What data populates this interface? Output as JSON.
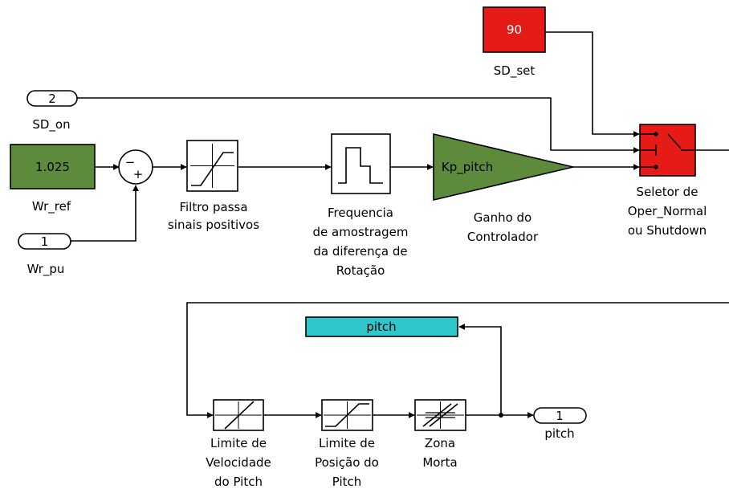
{
  "colors": {
    "red": "#e41b17",
    "green": "#5e8a3c",
    "cyan": "#2ec8cc"
  },
  "blocks": {
    "sd_set": {
      "value": "90",
      "name": "SD_set"
    },
    "sd_on": {
      "value": "2",
      "name": "SD_on"
    },
    "wr_ref": {
      "value": "1.025",
      "name": "Wr_ref"
    },
    "wr_pu": {
      "value": "1",
      "name": "Wr_pu"
    },
    "sum": {
      "minus": "−",
      "plus": "+"
    },
    "filter": {
      "name": [
        "Filtro passa",
        "sinais positivos"
      ]
    },
    "sampler": {
      "name": [
        "Frequencia",
        "de amostragem",
        "da diferença de",
        "Rotação"
      ]
    },
    "gain": {
      "value": "Kp_pitch",
      "name": [
        "Ganho do",
        "Controlador"
      ]
    },
    "switch": {
      "name": [
        "Seletor de",
        "Oper_Normal",
        "ou Shutdown"
      ]
    },
    "pitch_goto": {
      "value": "pitch"
    },
    "rate_limit": {
      "name": [
        "Limite de",
        "Velocidade",
        "do Pitch"
      ]
    },
    "pos_limit": {
      "name": [
        "Limite de",
        "Posição do",
        "Pitch"
      ]
    },
    "dead_zone": {
      "name": [
        "Zona",
        "Morta"
      ]
    },
    "pitch_out": {
      "value": "1",
      "name": "pitch"
    }
  }
}
